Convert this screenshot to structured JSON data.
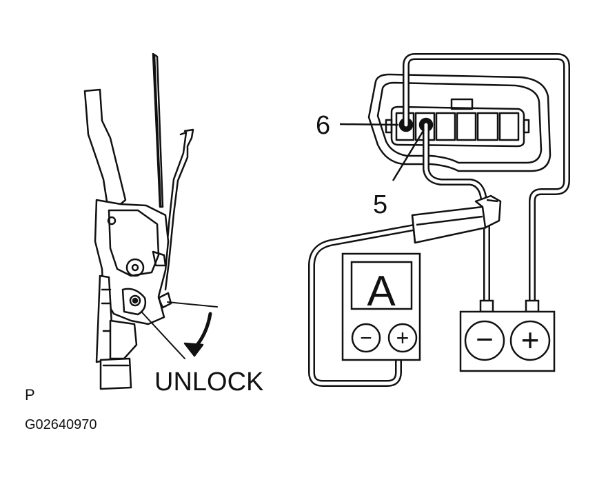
{
  "labels": {
    "pin6": "6",
    "pin5": "5",
    "ammeter": "A",
    "minus": "−",
    "plus": "+",
    "unlock": "UNLOCK",
    "corner_p": "P",
    "figure_code": "G02640970"
  },
  "colors": {
    "ink": "#111111",
    "paper": "#ffffff"
  }
}
